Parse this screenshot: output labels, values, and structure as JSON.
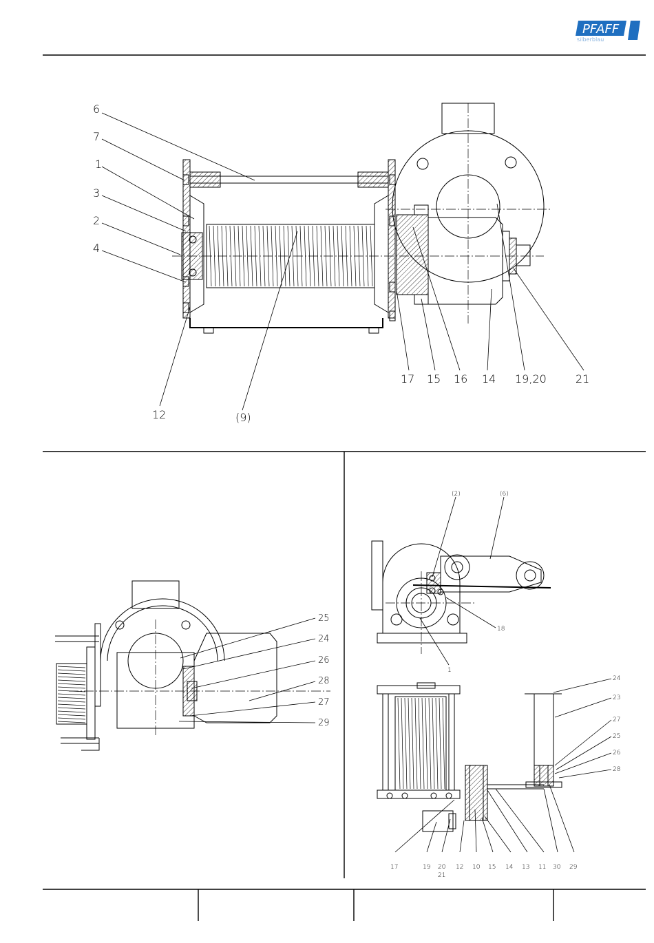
{
  "header": {
    "brand_logo_text": "PFAFF",
    "brand_logo_subtext": "silberblau",
    "brand_color": "#1f6fc0"
  },
  "main_figure": {
    "callouts_left": [
      "6",
      "7",
      "1",
      "3",
      "2",
      "4"
    ],
    "callouts_bottom": [
      "12",
      "(9)",
      "17",
      "15",
      "16",
      "14",
      "19,20",
      "21"
    ]
  },
  "left_figure": {
    "callouts_right": [
      "25",
      "24",
      "26",
      "28",
      "27",
      "29"
    ]
  },
  "right_figure": {
    "top_callouts": [
      "(2)",
      "(6)",
      "18",
      "1"
    ],
    "bottom_right_callouts": [
      "24",
      "23",
      "27",
      "25",
      "26",
      "28"
    ],
    "bottom_callouts": [
      "17",
      "19",
      "20",
      "21",
      "12",
      "10",
      "15",
      "14",
      "13",
      "11",
      "30",
      "29"
    ]
  }
}
